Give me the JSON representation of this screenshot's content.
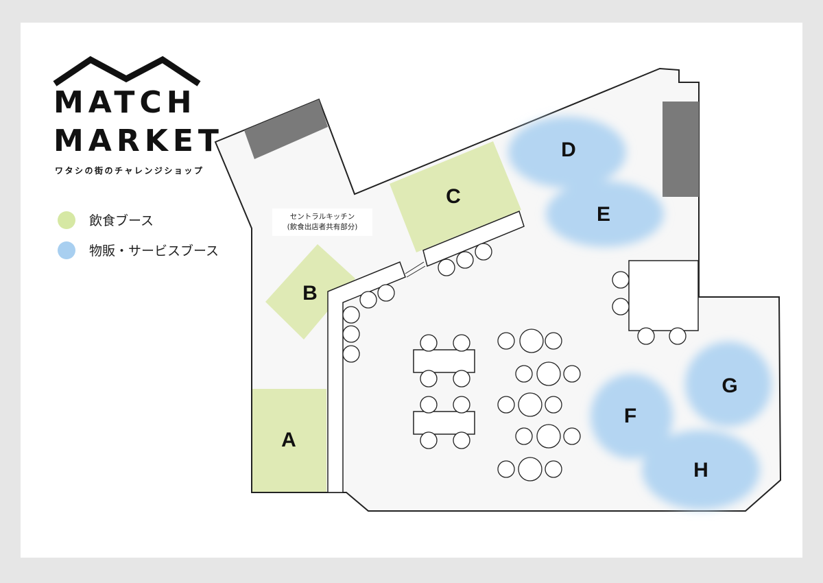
{
  "logo": {
    "line1": "MATCH",
    "line2": "MARKET",
    "tagline": "ワタシの街のチャレンジショップ"
  },
  "legend": [
    {
      "label": "飲食ブース",
      "color": "#d6e8a4"
    },
    {
      "label": "物販・サービスブース",
      "color": "#a8cff0"
    }
  ],
  "kitchen": {
    "line1": "セントラルキッチン",
    "line2": "(飲食出店者共有部分)"
  },
  "booths": [
    {
      "id": "A",
      "type": "food"
    },
    {
      "id": "B",
      "type": "food"
    },
    {
      "id": "C",
      "type": "food"
    },
    {
      "id": "D",
      "type": "retail"
    },
    {
      "id": "E",
      "type": "retail"
    },
    {
      "id": "F",
      "type": "retail"
    },
    {
      "id": "G",
      "type": "retail"
    },
    {
      "id": "H",
      "type": "retail"
    }
  ],
  "colors": {
    "food": "#dfeab5",
    "retail": "#b4d5f2",
    "floor": "#f7f7f7",
    "wall": "#222222",
    "fixture": "#7a7a7a"
  }
}
